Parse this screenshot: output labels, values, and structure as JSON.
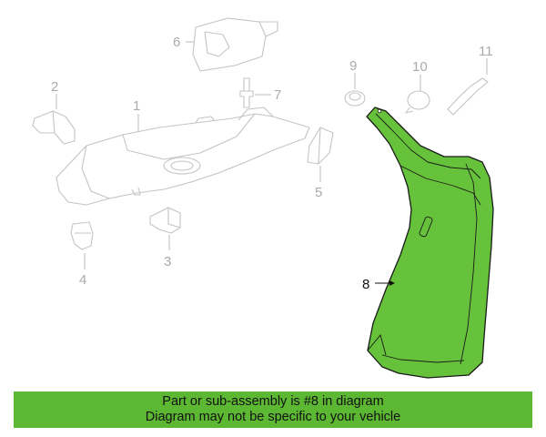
{
  "callouts": {
    "p1": "1",
    "p2": "2",
    "p3": "3",
    "p4": "4",
    "p5": "5",
    "p6": "6",
    "p7": "7",
    "p8": "8",
    "p9": "9",
    "p10": "10",
    "p11": "11"
  },
  "highlight_part": "8",
  "colors": {
    "highlight_fill": "#66c23a",
    "highlight_stroke": "#1a1a1a",
    "ghost_stroke": "#c4c4c4",
    "banner_bg": "#5cb832"
  },
  "banner": {
    "line1": "Part or sub-assembly is #8 in diagram",
    "line2": "Diagram may not be specific to your vehicle"
  }
}
